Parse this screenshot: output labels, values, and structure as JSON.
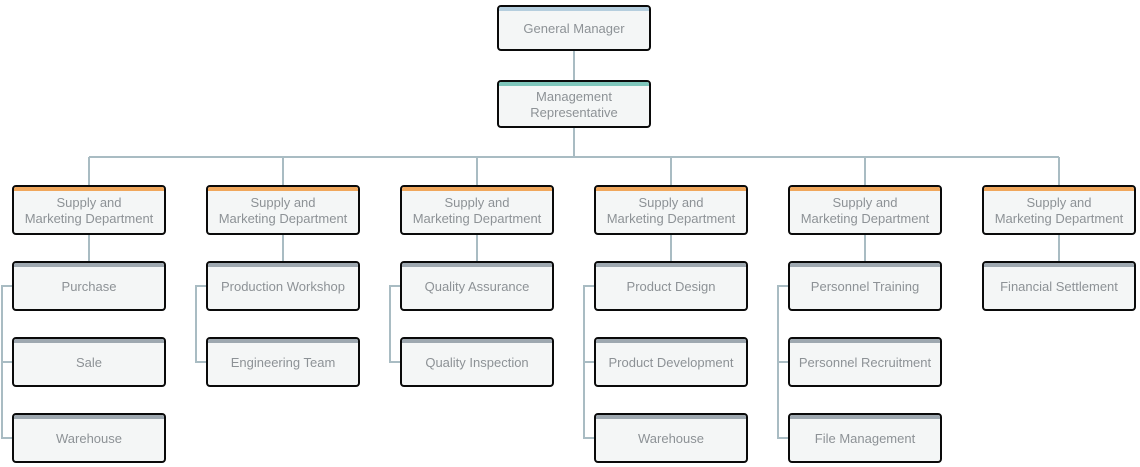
{
  "org": {
    "root": {
      "label": "General Manager"
    },
    "deputy": {
      "label": "Management\nRepresentative"
    },
    "columns": [
      {
        "header": "Supply and\nMarketing Department",
        "children": [
          "Purchase",
          "Sale",
          "Warehouse"
        ]
      },
      {
        "header": "Supply and\nMarketing Department",
        "children": [
          "Production Workshop",
          "Engineering Team"
        ]
      },
      {
        "header": "Supply and\nMarketing Department",
        "children": [
          "Quality Assurance",
          "Quality Inspection"
        ]
      },
      {
        "header": "Supply and\nMarketing Department",
        "children": [
          "Product Design",
          "Product Development",
          "Warehouse"
        ]
      },
      {
        "header": "Supply and\nMarketing Department",
        "children": [
          "Personnel Training",
          "Personnel Recruitment",
          "File Management"
        ]
      },
      {
        "header": "Supply and\nMarketing Department",
        "children": [
          "Financial Settlement"
        ]
      }
    ],
    "colors": {
      "root_accent": "#b5cede",
      "deputy_accent": "#7ec6bb",
      "department_accent": "#f0a75c",
      "subunit_accent": "#9ea8b0",
      "connector": "#a9bcc3",
      "node_border": "#0a0a0a",
      "node_fill": "#f4f6f6",
      "label_text": "#8d9296"
    }
  }
}
